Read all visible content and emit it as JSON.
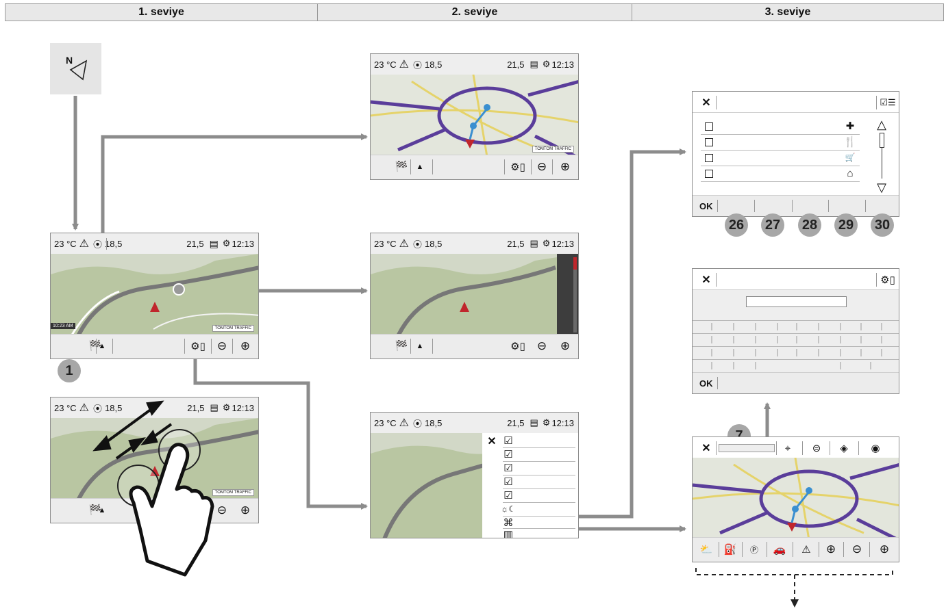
{
  "headers": [
    "1. seviye",
    "2. seviye",
    "3. seviye"
  ],
  "status": {
    "temp": "23 °C",
    "left_value": "18,5",
    "right_value": "21,5",
    "time": "12:13"
  },
  "map_badge": "TOMTOM TRAFFIC",
  "map_time_label": "10:23 AM",
  "callouts": {
    "one": "1",
    "seven": "7",
    "n26": "26",
    "n27": "27",
    "n28": "28",
    "n29": "29",
    "n30": "30"
  },
  "ok_label": "OK",
  "compass_letter": "N",
  "icons": {
    "compass_tile": "north-arrow-icon",
    "warning": "warning-triangle-icon",
    "signal": "radar-icon",
    "message": "message-icon",
    "settings": "gear-icon",
    "flag": "checkered-flag-icon",
    "north": "north-icon",
    "map_settings": "map-settings-icon",
    "zoom_out": "zoom-out-icon",
    "zoom_in": "zoom-in-icon",
    "close": "close-icon",
    "checklist": "checklist-icon",
    "hospital": "cross-icon",
    "restaurant": "cutlery-icon",
    "shop": "cart-icon",
    "hotel": "building-icon",
    "hand": "hand-gesture-icon",
    "weather": "weather-icon",
    "fuel": "fuel-icon",
    "parking": "parking-icon",
    "traffic": "traffic-icon",
    "plus": "plus-icon",
    "day_night": "day-night-icon",
    "poi": "poi-icon"
  },
  "colors": {
    "arrow": "#8c8c8c",
    "callout": "#a7a7a7",
    "route_purple": "#5a3d9a",
    "road_yellow": "#e5d36a"
  }
}
